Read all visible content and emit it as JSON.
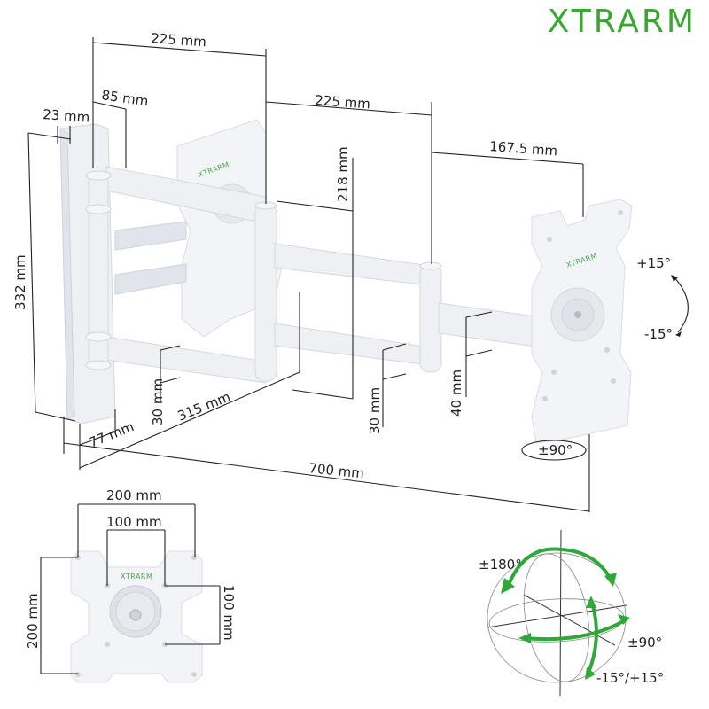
{
  "brand": {
    "name": "XTRARM",
    "color": "#3aa82f"
  },
  "main_diagram": {
    "dimensions": {
      "arm1_length": "225 mm",
      "wall_offset": "85 mm",
      "wall_plate_depth": "23 mm",
      "arm2_length": "225 mm",
      "head_offset": "167.5 mm",
      "height_218": "218 mm",
      "wall_plate_height": "332 mm",
      "arm_thickness_1": "30 mm",
      "arm_thickness_2": "30 mm",
      "arm_thickness_3": "40 mm",
      "wall_plate_width": "77 mm",
      "arm_span": "315 mm",
      "max_extension": "700 mm"
    },
    "tilt": {
      "up": "+15°",
      "down": "-15°"
    },
    "rotation": "±90°",
    "plate_logo": "XTRARM"
  },
  "vesa_diagram": {
    "outer_width": "200 mm",
    "inner_width": "100 mm",
    "outer_height": "200 mm",
    "inner_height": "100 mm",
    "logo": "XTRARM"
  },
  "motion_diagram": {
    "swivel": "±180°",
    "rotation": "±90°",
    "tilt": "-15°/+15°",
    "arrow_color": "#2fa83a"
  }
}
